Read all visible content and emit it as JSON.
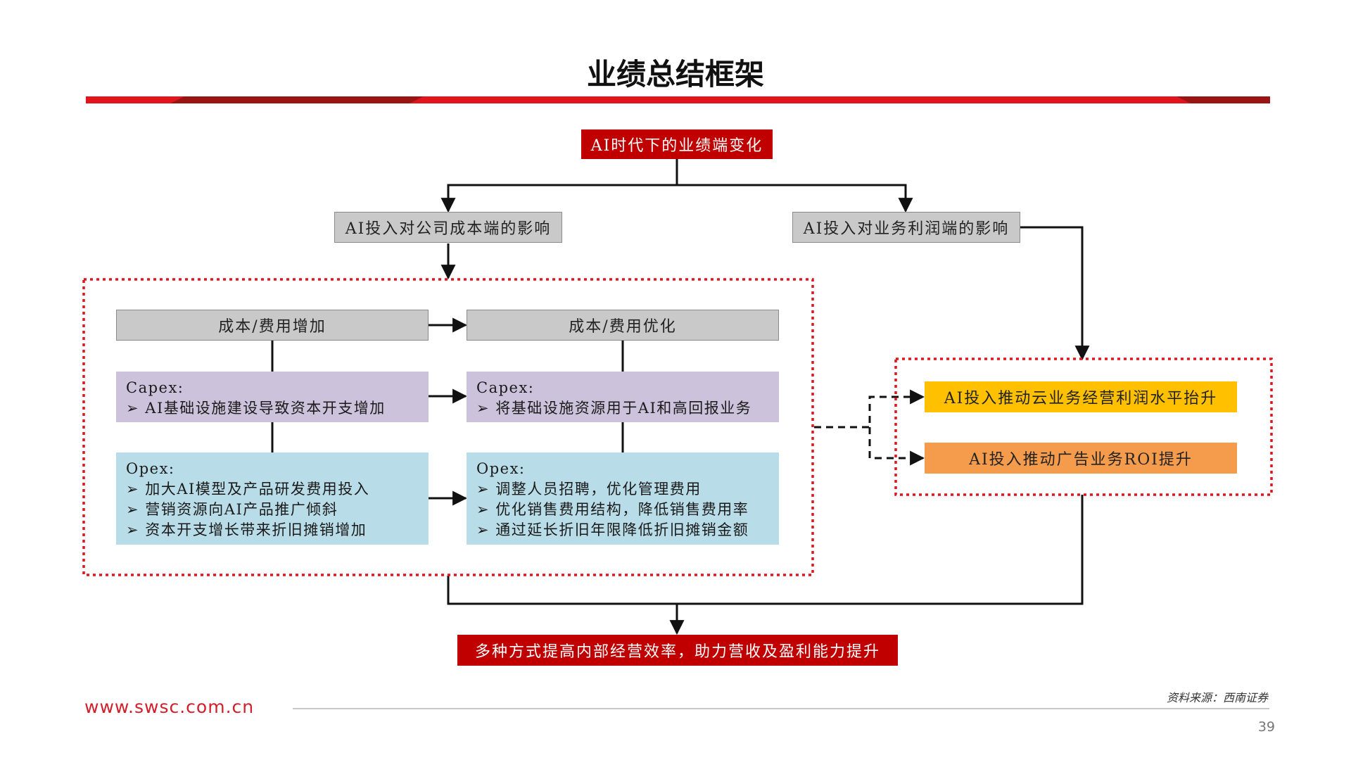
{
  "title": "业绩总结框架",
  "top_node": "AI时代下的业绩端变化",
  "branches": {
    "left": "AI投入对公司成本端的影响",
    "right": "AI投入对业务利润端的影响"
  },
  "cost_section": {
    "increase_header": "成本/费用增加",
    "optimize_header": "成本/费用优化",
    "increase_capex": {
      "label": "Capex:",
      "items": [
        "AI基础设施建设导致资本开支增加"
      ]
    },
    "optimize_capex": {
      "label": "Capex:",
      "items": [
        "将基础设施资源用于AI和高回报业务"
      ]
    },
    "increase_opex": {
      "label": "Opex:",
      "items": [
        "加大AI模型及产品研发费用投入",
        "营销资源向AI产品推广倾斜",
        "资本开支增长带来折旧摊销增加"
      ]
    },
    "optimize_opex": {
      "label": "Opex:",
      "items": [
        "调整人员招聘，优化管理费用",
        "优化销售费用结构，降低销售费用率",
        "通过延长折旧年限降低折旧摊销金额"
      ]
    }
  },
  "profit_section": {
    "cloud": "AI投入推动云业务经营利润水平抬升",
    "ads": "AI投入推动广告业务ROI提升"
  },
  "conclusion": "多种方式提高内部经营效率，助力营收及盈利能力提升",
  "footer": {
    "url": "www.swsc.com.cn",
    "source": "资料来源：西南证券",
    "page": "39"
  },
  "colors": {
    "brand_red": "#c00000",
    "grey_box": "#c9c9c9",
    "capex_purple": "#cdc2dc",
    "opex_cyan": "#b9dde8",
    "cloud_yellow": "#ffc000",
    "ads_orange": "#f59b4c",
    "dotted_frame": "#e2141c"
  }
}
